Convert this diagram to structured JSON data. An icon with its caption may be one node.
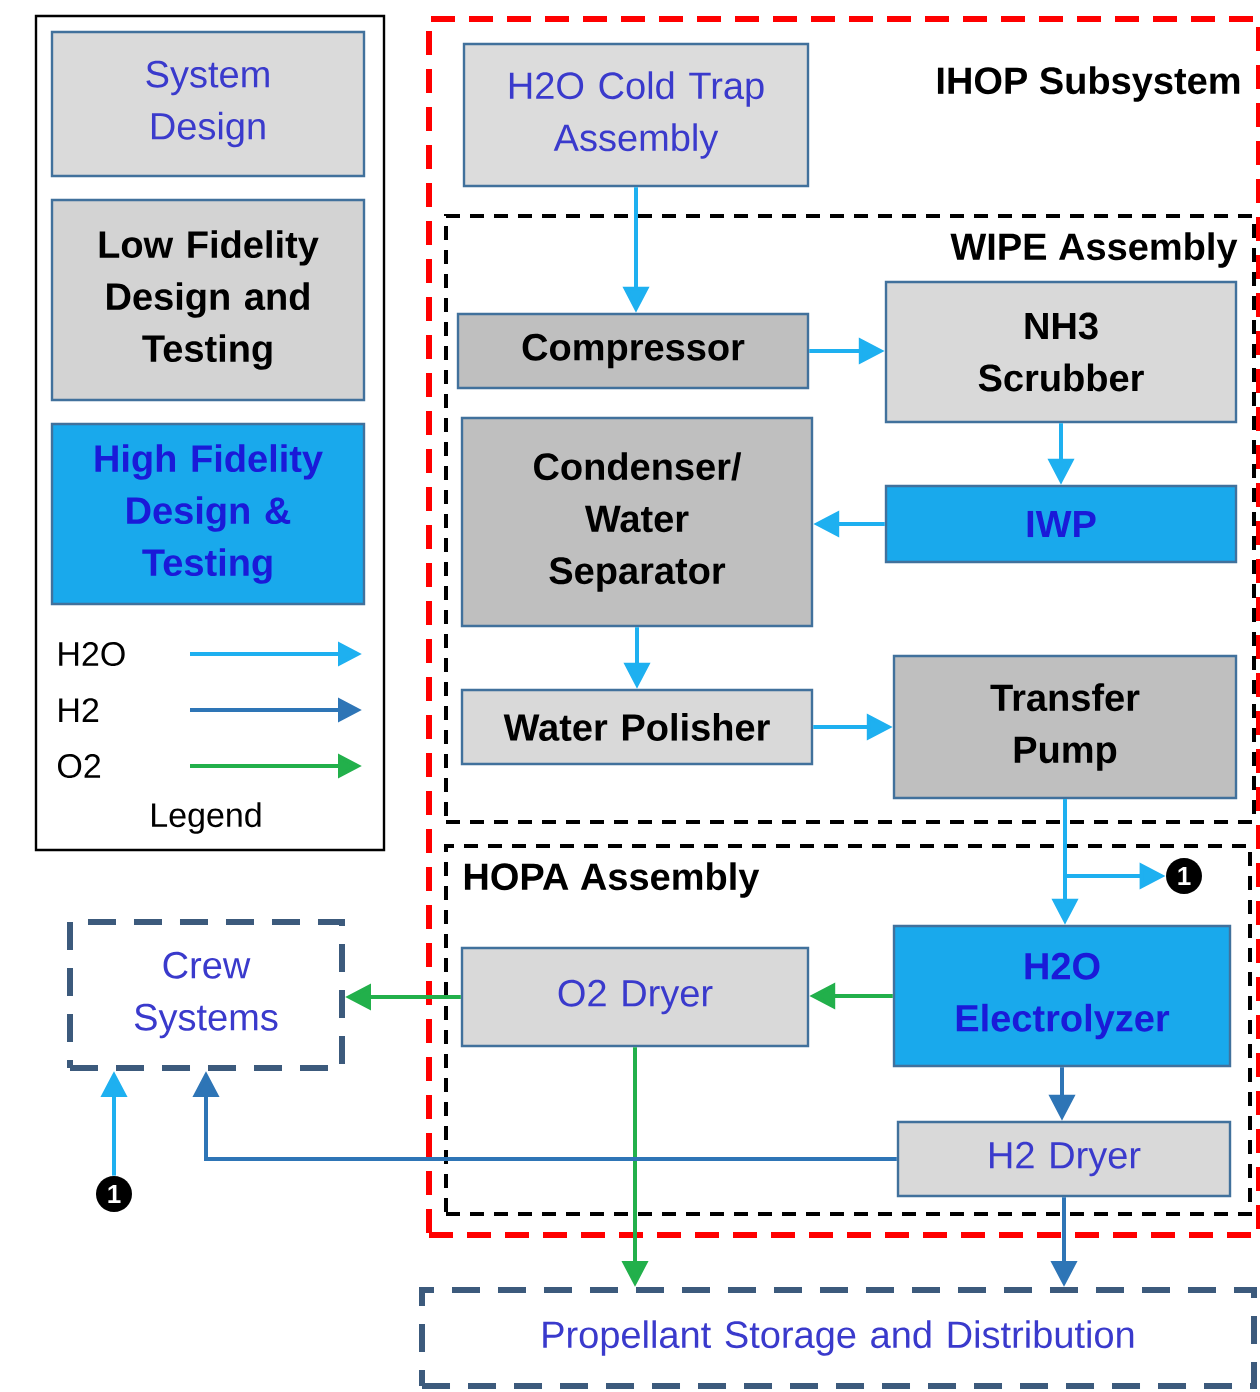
{
  "diagram": {
    "nodes": [
      {
        "text": [
          "IHOP Subsystem"
        ]
      },
      {
        "text": [
          "H2O Cold Trap Assembly"
        ],
        "in": 0
      },
      {
        "text": [
          "WIPE Assembly"
        ],
        "in": 0
      },
      {
        "text": [
          "Compressor"
        ],
        "in": 2
      },
      {
        "text": [
          "NH3 Scrubber"
        ],
        "in": 2
      },
      {
        "text": [
          "Condenser/ Water Separator"
        ],
        "in": 2
      },
      {
        "text": [
          "IWP"
        ],
        "in": 2
      },
      {
        "text": [
          "Water Polisher"
        ],
        "in": 2
      },
      {
        "text": [
          "Transfer Pump"
        ],
        "in": 2
      },
      {
        "text": [
          "HOPA Assembly"
        ],
        "in": 0
      },
      {
        "text": [
          "O2 Dryer"
        ],
        "in": 9
      },
      {
        "text": [
          "H2O Electrolyzer"
        ],
        "in": 9
      },
      {
        "text": [
          "H2 Dryer"
        ],
        "in": 9
      },
      {
        "text": [
          "Crew Systems"
        ]
      },
      {
        "text": [
          "Propellant Storage and Distribution"
        ]
      },
      {
        "text": [
          "1"
        ],
        "in": 9
      },
      {
        "text": [
          "1"
        ]
      }
    ],
    "edges": [
      {
        "from": 1,
        "to": 3,
        "arrow": "to"
      },
      {
        "from": 3,
        "to": 4,
        "arrow": "to"
      },
      {
        "from": 4,
        "to": 6,
        "arrow": "to"
      },
      {
        "from": 6,
        "to": 5,
        "arrow": "to"
      },
      {
        "from": 5,
        "to": 7,
        "arrow": "to"
      },
      {
        "from": 7,
        "to": 8,
        "arrow": "to"
      },
      {
        "from": 8,
        "to": 11,
        "arrow": "to"
      },
      {
        "from": 8,
        "to": 15,
        "arrow": "to"
      },
      {
        "from": 11,
        "to": 10,
        "arrow": "to",
        "color": "#22b04b"
      },
      {
        "from": 10,
        "to": 13,
        "arrow": "to",
        "color": "#22b04b"
      },
      {
        "from": 10,
        "to": 14,
        "arrow": "to",
        "color": "#22b04b"
      },
      {
        "from": 11,
        "to": 12,
        "arrow": "to",
        "color": "#2e75b6"
      },
      {
        "from": 12,
        "to": 13,
        "arrow": "to",
        "color": "#2e75b6"
      },
      {
        "from": 12,
        "to": 14,
        "arrow": "to",
        "color": "#2e75b6"
      },
      {
        "from": 16,
        "to": 13,
        "arrow": "to"
      }
    ],
    "labels": [
      "Legend"
    ],
    "legend": [
      {
        "text": "System Design",
        "color": "#dadada"
      },
      {
        "text": "Low Fidelity Design and Testing",
        "color": "#d3d3d3"
      },
      {
        "text": "High Fidelity Design & Testing",
        "color": "#19a9ec"
      },
      {
        "text": "H2O"
      },
      {
        "text": "H2"
      },
      {
        "text": "O2"
      }
    ]
  }
}
